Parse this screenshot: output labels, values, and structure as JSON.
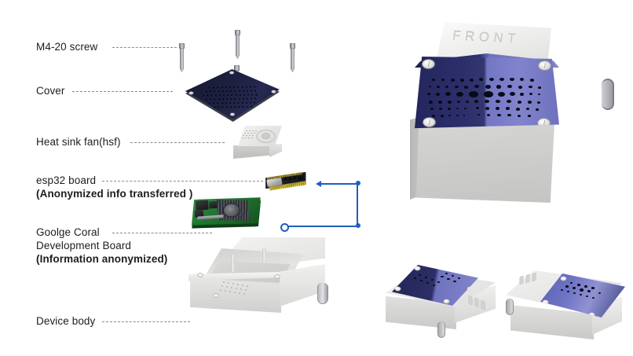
{
  "diagram": {
    "title": "Exploded assembly view of enclosure device",
    "background_color": "#ffffff",
    "accent_color": "#1f5fbf"
  },
  "callouts": [
    {
      "id": "screw",
      "line1": "M4-20 screw",
      "line2": "",
      "bold2": false
    },
    {
      "id": "cover",
      "line1": "Cover",
      "line2": "",
      "bold2": false
    },
    {
      "id": "hsf",
      "line1": "Heat sink fan(hsf)",
      "line2": "",
      "bold2": false
    },
    {
      "id": "esp32",
      "line1": "esp32 board",
      "line2": "(Anonymized info transferred )",
      "bold2": true
    },
    {
      "id": "coral",
      "line1": "Goolge Coral",
      "line2": "Development Board",
      "line3": "(Information anonymized)",
      "bold2": false
    },
    {
      "id": "devicebody",
      "line1": "Device body",
      "line2": "",
      "bold2": false
    }
  ],
  "labels": {
    "screw": "M4-20 screw",
    "cover": "Cover",
    "heat_sink_fan": "Heat sink fan(hsf)",
    "esp32_board": "esp32 board",
    "esp32_note": "(Anonymized info transferred )",
    "coral_line1": "Goolge Coral",
    "coral_line2": "Development Board",
    "coral_note": "(Information anonymized)",
    "device_body": "Device body"
  },
  "renders": {
    "main": {
      "engraved_text": "FRONT",
      "cover_color_dark": "#2a2d63",
      "cover_color_light": "#7c7fc8",
      "body_color": "#cfcfcd"
    },
    "small_left": {
      "view": "three-quarter-left"
    },
    "small_right": {
      "view": "three-quarter-right"
    }
  },
  "annotation": {
    "accent": "#1f5fbf",
    "style": "dimension-connector"
  },
  "parts": {
    "screw_count": 4,
    "cover_material": "dark navy perforated plate",
    "body_material": "light gray enclosure"
  }
}
